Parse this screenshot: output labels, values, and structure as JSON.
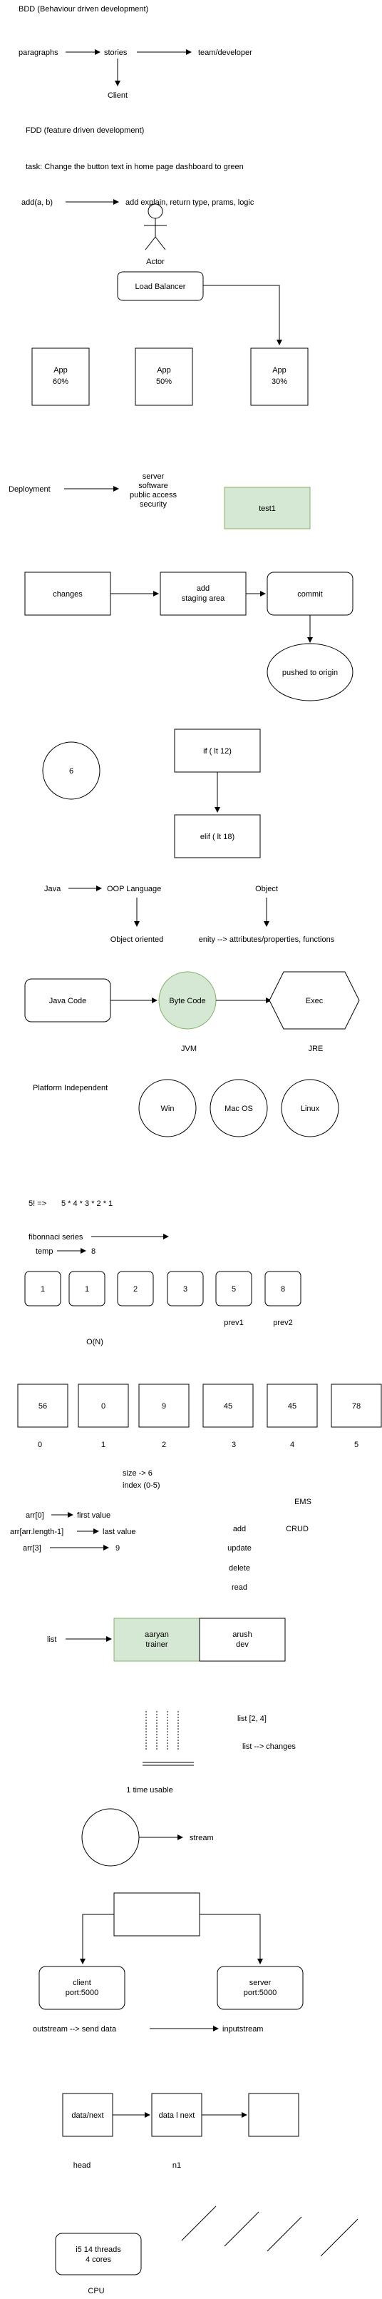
{
  "bdd": {
    "title": "BDD (Behaviour driven development)",
    "paragraphs": "paragraphs",
    "stories": "stories",
    "team": "team/developer",
    "client": "Client"
  },
  "fdd": {
    "title": "FDD (feature driven development)",
    "task": "task: Change the button text in home page dashboard to green",
    "add_fn": "add(a, b)",
    "add_desc": "add explain, return type, prams, logic"
  },
  "balancer": {
    "actor": "Actor",
    "load_balancer": "Load Balancer",
    "apps": [
      {
        "name": "App",
        "load": "60%"
      },
      {
        "name": "App",
        "load": "50%"
      },
      {
        "name": "App",
        "load": "30%"
      }
    ]
  },
  "deployment": {
    "label": "Deployment",
    "details": [
      "server",
      "software",
      "public access",
      "security"
    ],
    "test_box": "test1"
  },
  "git": {
    "changes": "changes",
    "staging": [
      "add",
      "staging area"
    ],
    "commit": "commit",
    "pushed": "pushed to origin"
  },
  "conditions": {
    "circle_value": "6",
    "if_box": "if ( lt 12)",
    "elif_box": "elif ( lt 18)"
  },
  "java": {
    "java": "Java",
    "oop": "OOP Language",
    "object": "Object",
    "object_oriented": "Object oriented",
    "entity": "enity --> attributes/properties, functions",
    "java_code": "Java Code",
    "byte_code": "Byte Code",
    "exec": "Exec",
    "jvm": "JVM",
    "jre": "JRE",
    "platform": "Platform Independent",
    "os": [
      "Win",
      "Mac OS",
      "Linux"
    ]
  },
  "factorial": {
    "label": "5! =>",
    "expression": "5 * 4 * 3 * 2 * 1"
  },
  "fibonacci": {
    "label": "fibonnaci series",
    "temp": "temp",
    "temp_value": "8",
    "values": [
      "1",
      "1",
      "2",
      "3",
      "5",
      "8"
    ],
    "prev1": "prev1",
    "prev2": "prev2",
    "complexity": "O(N)"
  },
  "array": {
    "values": [
      "56",
      "0",
      "9",
      "45",
      "45",
      "78"
    ],
    "indexes": [
      "0",
      "1",
      "2",
      "3",
      "4",
      "5"
    ],
    "size": "size -> 6",
    "index_range": "index (0-5)",
    "arr0": "arr[0]",
    "first_value": "first value",
    "arr_last": "arr[arr.length-1]",
    "last_value": "last value",
    "arr3": "arr[3]",
    "arr3_value": "9"
  },
  "ems": {
    "title": "EMS",
    "crud": "CRUD",
    "ops": [
      "add",
      "update",
      "delete",
      "read"
    ]
  },
  "list": {
    "label": "list",
    "item1": [
      "aaryan",
      "trainer"
    ],
    "item2": [
      "arush",
      "dev"
    ],
    "list_values": "list [2, 4]",
    "list_changes": "list --> changes",
    "one_time": "1 time usable",
    "stream": "stream"
  },
  "network": {
    "client": [
      "client",
      "port:5000"
    ],
    "server": [
      "server",
      "port:5000"
    ],
    "outstream": "outstream --> send data",
    "inputstream": "inputstream"
  },
  "linked_list": {
    "node1": "data/next",
    "node2": "data l next",
    "head": "head",
    "n1": "n1"
  },
  "cpu": {
    "box": [
      "i5 14 threads",
      "4 cores"
    ],
    "label": "CPU"
  }
}
